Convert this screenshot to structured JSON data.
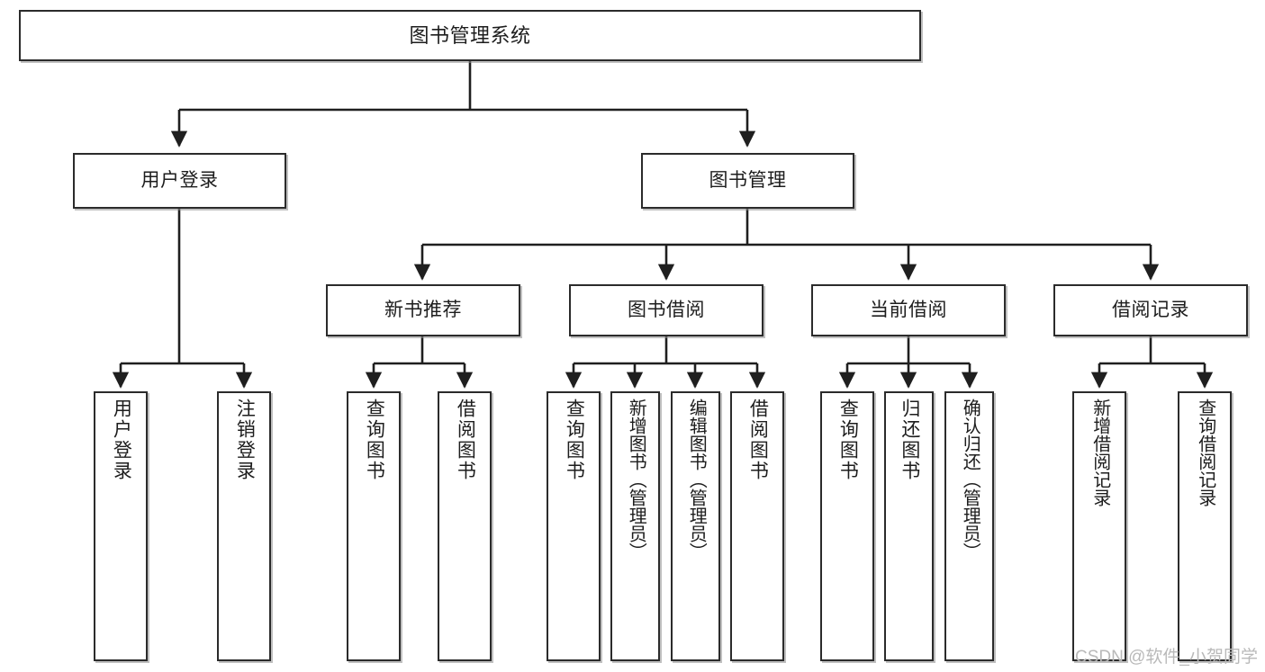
{
  "diagram": {
    "type": "tree-hierarchy",
    "title": "图书管理系统",
    "orientation": "top-down",
    "colors": {
      "box_border": "#2b2b2b",
      "box_fill": "#ffffff",
      "connector": "#1f1f1f",
      "text": "#1d1d1d",
      "watermark": "#b9b9b9"
    },
    "nodes": {
      "root": {
        "label": "图书管理系统"
      },
      "level2": [
        {
          "label": "用户登录"
        },
        {
          "label": "图书管理"
        }
      ],
      "level3": [
        {
          "label": "新书推荐"
        },
        {
          "label": "图书借阅"
        },
        {
          "label": "当前借阅"
        },
        {
          "label": "借阅记录"
        }
      ],
      "leaves": {
        "user_login": [
          {
            "label": "用户登录"
          },
          {
            "label": "注销登录"
          }
        ],
        "new_book_recommend": [
          {
            "label": "查询图书"
          },
          {
            "label": "借阅图书"
          }
        ],
        "book_borrow": [
          {
            "label": "查询图书"
          },
          {
            "label": "新增图书（管理员）"
          },
          {
            "label": "编辑图书（管理员）"
          },
          {
            "label": "借阅图书"
          }
        ],
        "current_borrow": [
          {
            "label": "查询图书"
          },
          {
            "label": "归还图书"
          },
          {
            "label": "确认归还（管理员）"
          }
        ],
        "borrow_record": [
          {
            "label": "新增借阅记录"
          },
          {
            "label": "查询借阅记录"
          }
        ]
      }
    }
  },
  "watermark": {
    "text": "CSDN @软件_小贺同学"
  }
}
